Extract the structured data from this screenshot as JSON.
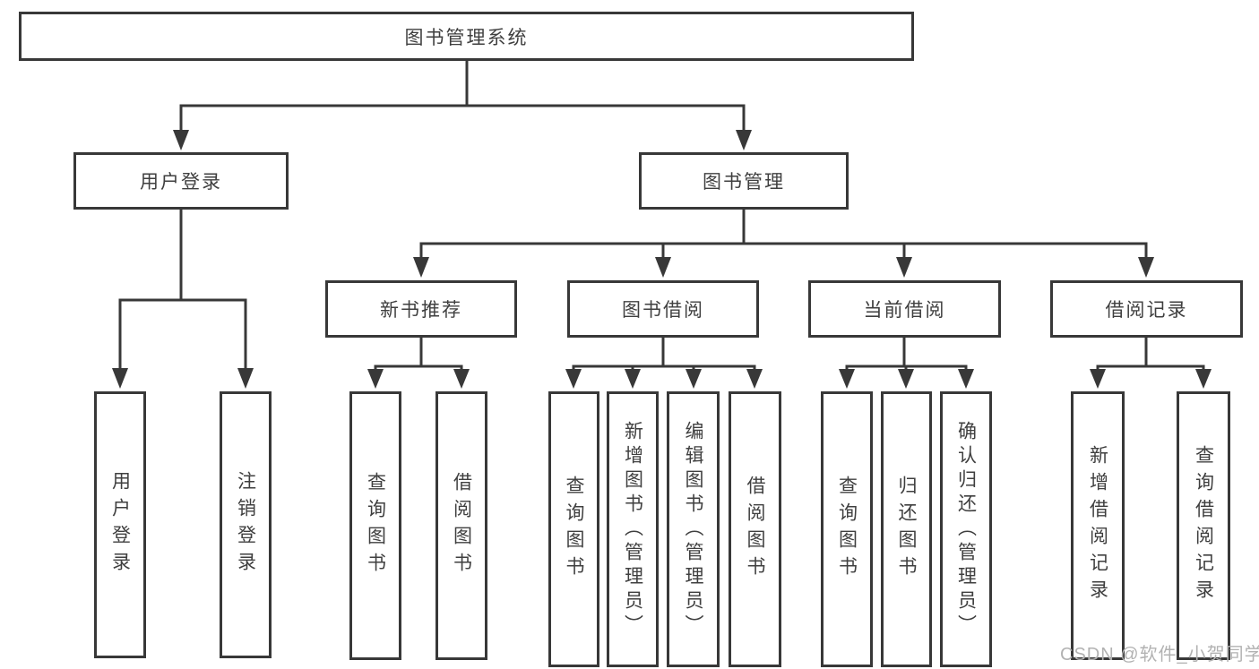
{
  "colors": {
    "line": "#383838",
    "text": "#3f3f3f",
    "background": "#ffffff",
    "watermark": "#b2b2b2"
  },
  "watermark": {
    "text": "CSDN @软件_小贺同学"
  },
  "tree": {
    "root": {
      "label": "图书管理系统"
    },
    "branches": [
      {
        "label": "用户登录",
        "children": [
          {
            "label": "用户登录"
          },
          {
            "label": "注销登录"
          }
        ]
      },
      {
        "label": "图书管理",
        "children": [
          {
            "label": "新书推荐",
            "children": [
              {
                "label": "查询图书"
              },
              {
                "label": "借阅图书"
              }
            ]
          },
          {
            "label": "图书借阅",
            "children": [
              {
                "label": "查询图书"
              },
              {
                "label": "新增图书（管理员）"
              },
              {
                "label": "编辑图书（管理员）"
              },
              {
                "label": "借阅图书"
              }
            ]
          },
          {
            "label": "当前借阅",
            "children": [
              {
                "label": "查询图书"
              },
              {
                "label": "归还图书"
              },
              {
                "label": "确认归还（管理员）"
              }
            ]
          },
          {
            "label": "借阅记录",
            "children": [
              {
                "label": "新增借阅记录"
              },
              {
                "label": "查询借阅记录"
              }
            ]
          }
        ]
      }
    ]
  }
}
